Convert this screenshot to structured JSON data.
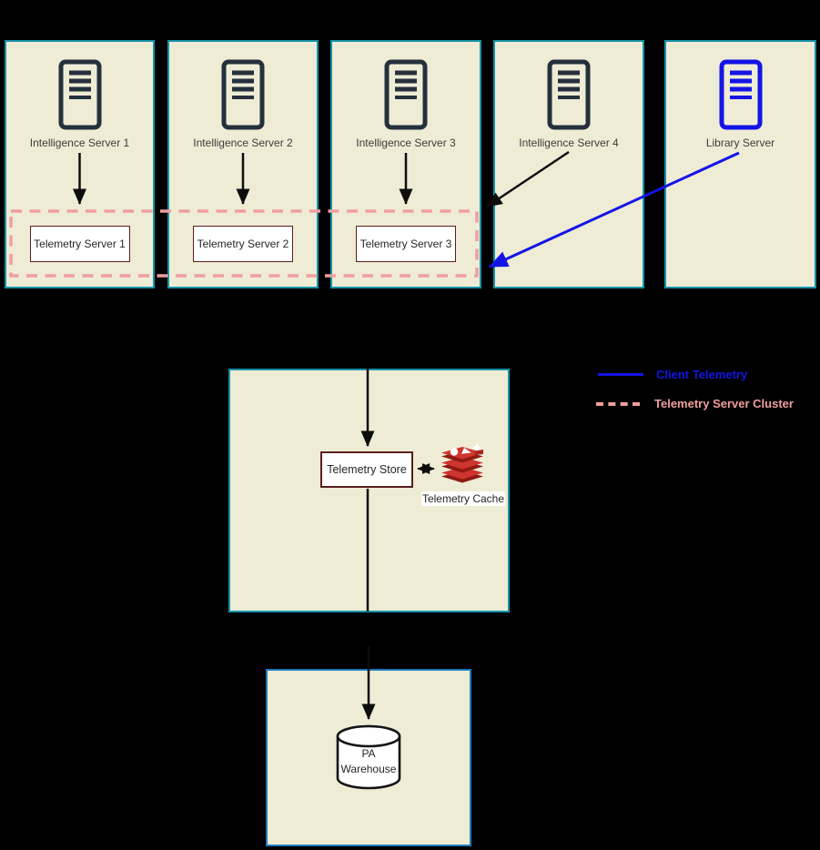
{
  "diagram": {
    "top_servers": [
      {
        "label": "Intelligence Server 1",
        "type": "intelligence"
      },
      {
        "label": "Intelligence Server 2",
        "type": "intelligence"
      },
      {
        "label": "Intelligence Server 3",
        "type": "intelligence"
      },
      {
        "label": "Intelligence Server 4",
        "type": "intelligence"
      },
      {
        "label": "Library Server",
        "type": "library"
      }
    ],
    "telemetry_servers": [
      {
        "label": "Telemetry Server 1"
      },
      {
        "label": "Telemetry Server 2"
      },
      {
        "label": "Telemetry Server 3"
      }
    ],
    "telemetry_store": {
      "label": "Telemetry Store"
    },
    "telemetry_cache": {
      "label": "Telemetry Cache",
      "icon": "redis-icon"
    },
    "warehouse": {
      "label": "PA Warehouse",
      "icon": "database-cylinder-icon"
    },
    "legend": [
      {
        "label": "Client Telemetry",
        "line_style": "solid",
        "color": "#1414e6"
      },
      {
        "label": "Telemetry Server Cluster",
        "line_style": "dashed",
        "color": "#ef9f9f"
      }
    ],
    "colors": {
      "background": "#000000",
      "panel_fill": "#efecd6",
      "panel_border_teal": "#1593a9",
      "panel_border_blue": "#1e7cbe",
      "cluster_pink": "#ef9f9f",
      "client_telemetry_blue": "#1414e6",
      "server_icon_dark": "#24303c",
      "node_border_maroon": "#57201c",
      "arrow_black": "#0d0d0d",
      "redis_red": "#cf3530",
      "redis_dark_red": "#8f1a12"
    }
  }
}
